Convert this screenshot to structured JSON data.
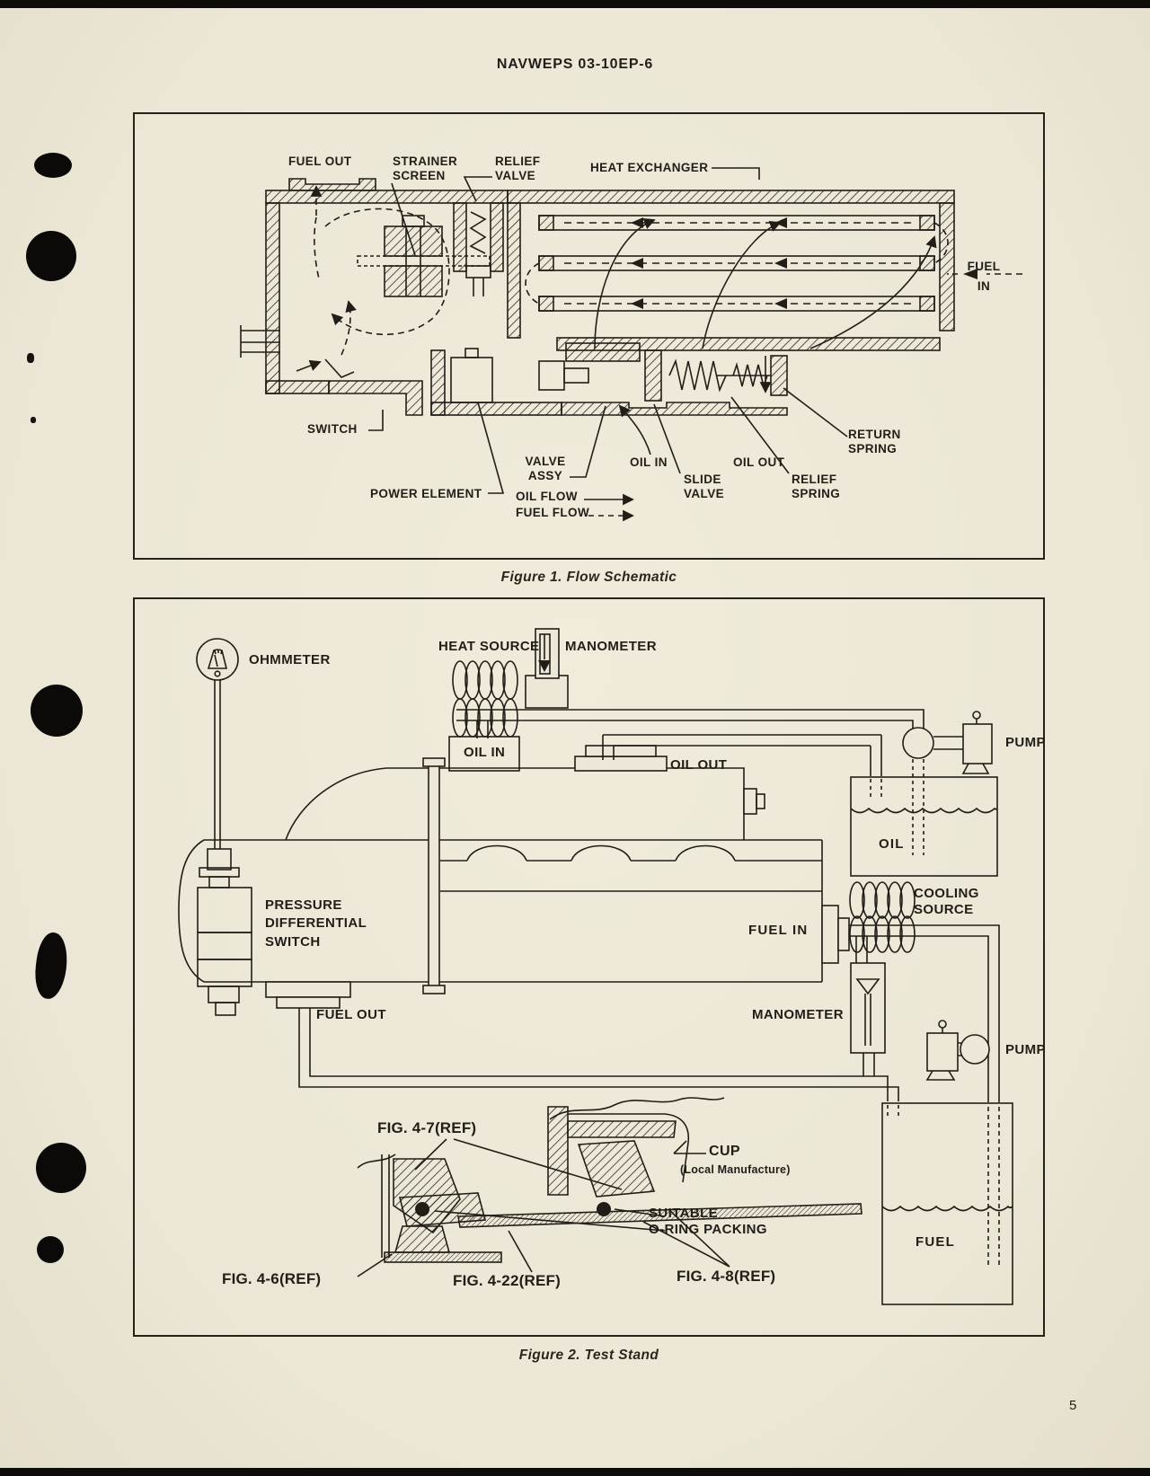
{
  "page": {
    "header": "NAVWEPS 03-10EP-6",
    "page_number": "5"
  },
  "colors": {
    "paper": "#ece7d7",
    "ink": "#211e18"
  },
  "figure1": {
    "caption": "Figure 1. Flow Schematic",
    "labels": {
      "fuel_out": "FUEL OUT",
      "strainer_screen": "STRAINER\nSCREEN",
      "relief_valve": "RELIEF\nVALVE",
      "heat_exchanger": "HEAT EXCHANGER",
      "fuel_in": "FUEL\nIN",
      "switch": "SWITCH",
      "power_element": "POWER ELEMENT",
      "valve_assy": "VALVE\nASSY",
      "oil_in": "OIL IN",
      "slide_valve": "SLIDE\nVALVE",
      "oil_out": "OIL OUT",
      "relief_spring": "RELIEF\nSPRING",
      "return_spring": "RETURN\nSPRING",
      "oil_flow": "OIL FLOW",
      "fuel_flow": "FUEL FLOW"
    }
  },
  "figure2": {
    "caption": "Figure 2. Test Stand",
    "labels": {
      "ohmmeter": "OHMMETER",
      "heat_source": "HEAT SOURCE",
      "manometer_top": "MANOMETER",
      "oil_in": "OIL IN",
      "oil_out": "OIL OUT",
      "pump_top": "PUMP",
      "oil_tank": "OIL",
      "pressure_differential_switch": "PRESSURE\nDIFFERENTIAL\nSWITCH",
      "fuel_in": "FUEL IN",
      "cooling_source": "COOLING\nSOURCE",
      "manometer_mid": "MANOMETER",
      "fuel_out": "FUEL OUT",
      "pump_bottom": "PUMP",
      "fuel_tank": "FUEL",
      "fig_4_7": "FIG. 4-7(REF)",
      "cup": "CUP",
      "cup_note": "(Local Manufacture)",
      "oring": "SUITABLE\nO-RING PACKING",
      "fig_4_6": "FIG. 4-6(REF)",
      "fig_4_22": "FIG. 4-22(REF)",
      "fig_4_8": "FIG. 4-8(REF)"
    }
  }
}
